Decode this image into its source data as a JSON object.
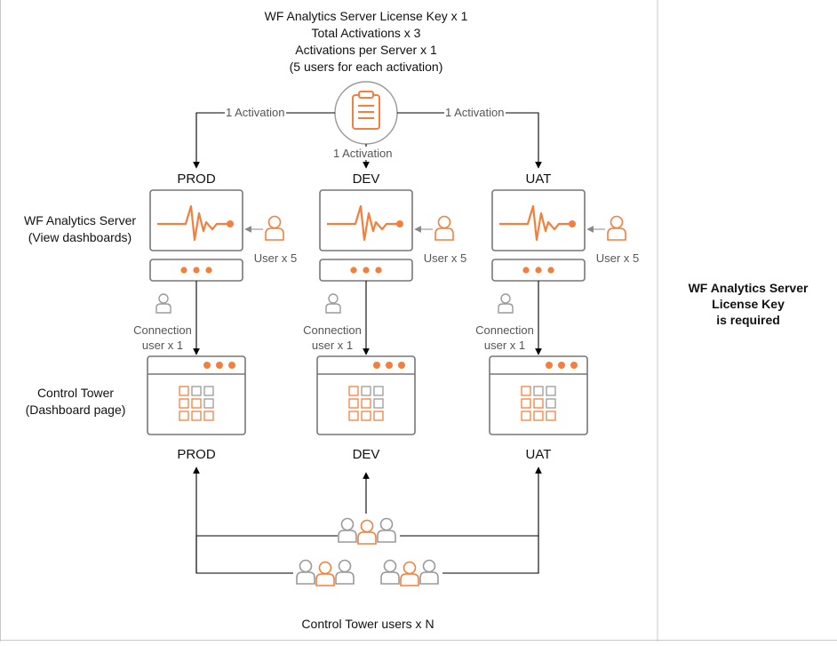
{
  "header": {
    "line1": "WF Analytics Server License Key x 1",
    "line2": "Total Activations x 3",
    "line3": "Activations per Server x 1",
    "line4": "(5 users for each activation)"
  },
  "activation_labels": {
    "left": "1 Activation",
    "center": "1 Activation",
    "right": "1 Activation"
  },
  "environments": [
    {
      "id": "prod",
      "server_label": "PROD",
      "tower_label": "PROD",
      "user_label": "User x 5",
      "connection_line1": "Connection",
      "connection_line2": "user x 1"
    },
    {
      "id": "dev",
      "server_label": "DEV",
      "tower_label": "DEV",
      "user_label": "User x 5",
      "connection_line1": "Connection",
      "connection_line2": "user x 1"
    },
    {
      "id": "uat",
      "server_label": "UAT",
      "tower_label": "UAT",
      "user_label": "User x 5",
      "connection_line1": "Connection",
      "connection_line2": "user x 1"
    }
  ],
  "server_side_label": {
    "line1": "WF Analytics Server",
    "line2": "(View dashboards)"
  },
  "tower_side_label": {
    "line1": "Control Tower",
    "line2": "(Dashboard page)"
  },
  "footer_label": "Control Tower users x N",
  "note": {
    "line1": "WF Analytics Server",
    "line2": "License Key",
    "line3": "is required"
  },
  "icons": {
    "license": "clipboard-icon",
    "server": "pulse-monitor-icon",
    "user": "user-icon",
    "tower": "grid-window-icon",
    "group": "user-group-icon"
  },
  "colors": {
    "accent": "#f47f3c",
    "grey_icon": "#9a9a9a",
    "line": "#000000",
    "divider": "#c8c8c8"
  }
}
